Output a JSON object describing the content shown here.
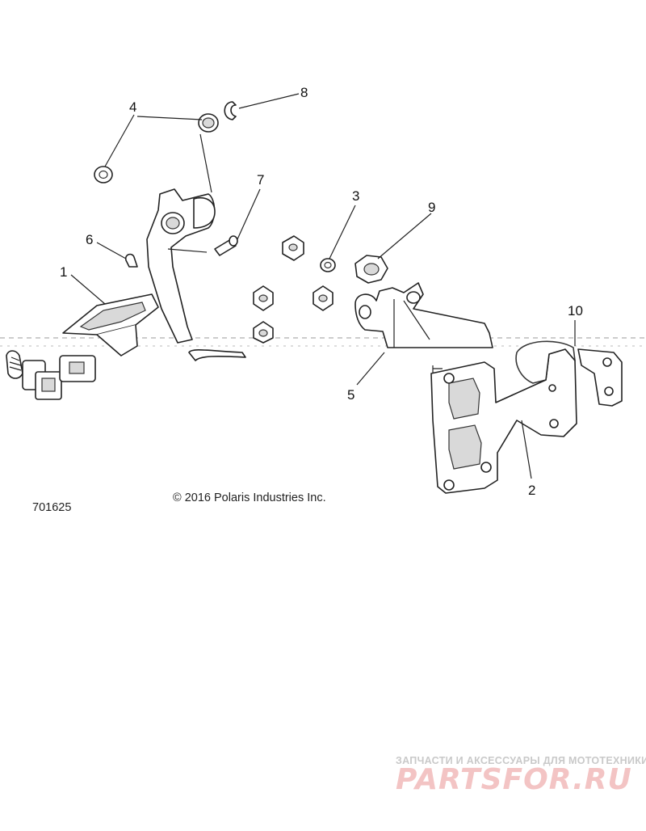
{
  "callouts": {
    "c1": "1",
    "c2": "2",
    "c3": "3",
    "c4": "4",
    "c5": "5",
    "c6": "6",
    "c7": "7",
    "c8": "8",
    "c9": "9",
    "c10": "10"
  },
  "copyright": "© 2016 Polaris Industries Inc.",
  "figure_id": "701625",
  "watermark": {
    "tagline": "ЗАПЧАСТИ И АКСЕССУАРЫ ДЛЯ МОТОТЕХНИКИ",
    "logo": "PARTSFOR.RU"
  }
}
